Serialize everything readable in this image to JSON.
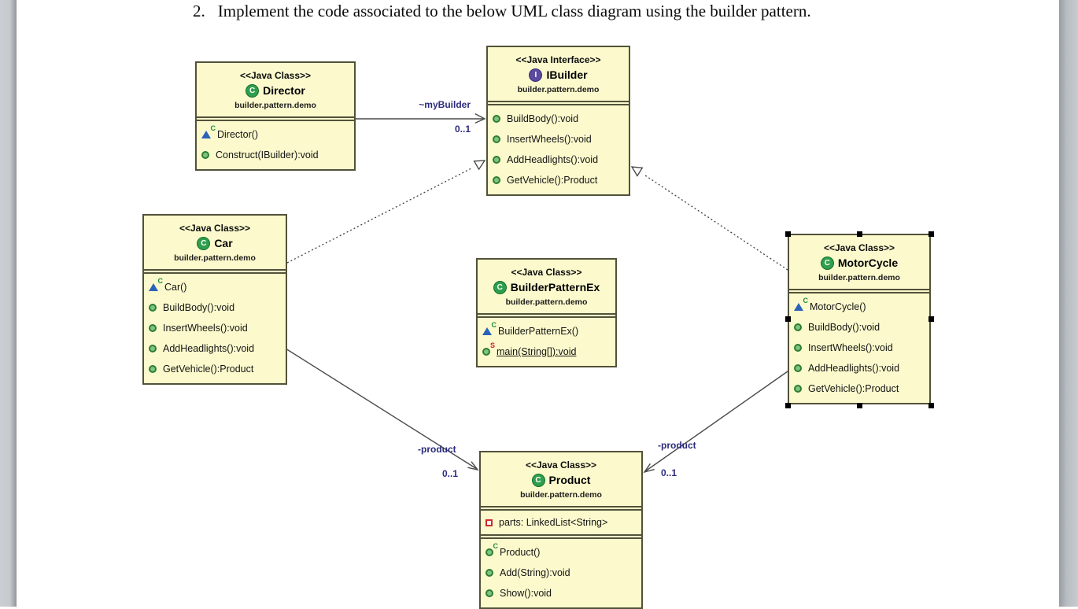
{
  "heading": {
    "number": "2.",
    "text": "Implement the code associated to the below UML class diagram using the builder pattern."
  },
  "diagram": {
    "colors": {
      "box_fill": "#fcfacd",
      "box_border": "#52523a",
      "edge_label": "#2b2b7e",
      "class_icon_green": "#2f9e4d",
      "interface_icon_purple": "#5b4aa0",
      "method_icon_green": "#7cc47f",
      "constructor_icon_blue": "#2a63b8",
      "private_field_red": "#cc2b2b"
    },
    "classes": [
      {
        "id": "director",
        "stereotype": "<<Java Class>>",
        "kind": "class",
        "icon": "class-icon",
        "icon_letter": "C",
        "name": "Director",
        "package": "builder.pattern.demo",
        "fields": [],
        "methods": [
          {
            "icon": "constructor-icon",
            "shape": "triangle",
            "sup": "C",
            "supColor": "green",
            "text": "Director()"
          },
          {
            "icon": "public-method-icon",
            "shape": "circle",
            "text": "Construct(IBuilder):void"
          }
        ]
      },
      {
        "id": "ibuilder",
        "stereotype": "<<Java Interface>>",
        "kind": "interface",
        "icon": "interface-icon",
        "icon_letter": "I",
        "name": "IBuilder",
        "package": "builder.pattern.demo",
        "fields": [],
        "methods": [
          {
            "icon": "public-method-icon",
            "shape": "circle",
            "text": "BuildBody():void"
          },
          {
            "icon": "public-method-icon",
            "shape": "circle",
            "text": "InsertWheels():void"
          },
          {
            "icon": "public-method-icon",
            "shape": "circle",
            "text": "AddHeadlights():void"
          },
          {
            "icon": "public-method-icon",
            "shape": "circle",
            "text": "GetVehicle():Product"
          }
        ]
      },
      {
        "id": "car",
        "stereotype": "<<Java Class>>",
        "kind": "class",
        "icon": "class-icon",
        "icon_letter": "C",
        "name": "Car",
        "package": "builder.pattern.demo",
        "fields": [],
        "methods": [
          {
            "icon": "constructor-icon",
            "shape": "triangle",
            "sup": "C",
            "supColor": "green",
            "text": "Car()"
          },
          {
            "icon": "public-method-icon",
            "shape": "circle",
            "text": "BuildBody():void"
          },
          {
            "icon": "public-method-icon",
            "shape": "circle",
            "text": "InsertWheels():void"
          },
          {
            "icon": "public-method-icon",
            "shape": "circle",
            "text": "AddHeadlights():void"
          },
          {
            "icon": "public-method-icon",
            "shape": "circle",
            "text": "GetVehicle():Product"
          }
        ]
      },
      {
        "id": "builderpatternex",
        "stereotype": "<<Java Class>>",
        "kind": "class",
        "icon": "class-icon",
        "icon_letter": "C",
        "name": "BuilderPatternEx",
        "package": "builder.pattern.demo",
        "fields": [],
        "methods": [
          {
            "icon": "constructor-icon",
            "shape": "triangle",
            "sup": "C",
            "supColor": "green",
            "text": "BuilderPatternEx()"
          },
          {
            "icon": "static-method-icon",
            "shape": "circle",
            "sup": "S",
            "supColor": "red",
            "text": "main(String[]):void",
            "underline": true
          }
        ]
      },
      {
        "id": "motorcycle",
        "stereotype": "<<Java Class>>",
        "kind": "class",
        "icon": "class-icon",
        "icon_letter": "C",
        "name": "MotorCycle",
        "package": "builder.pattern.demo",
        "selected": true,
        "fields": [],
        "methods": [
          {
            "icon": "constructor-icon",
            "shape": "triangle",
            "sup": "C",
            "supColor": "green",
            "text": "MotorCycle()"
          },
          {
            "icon": "public-method-icon",
            "shape": "circle",
            "text": "BuildBody():void"
          },
          {
            "icon": "public-method-icon",
            "shape": "circle",
            "text": "InsertWheels():void"
          },
          {
            "icon": "public-method-icon",
            "shape": "circle",
            "text": "AddHeadlights():void"
          },
          {
            "icon": "public-method-icon",
            "shape": "circle",
            "text": "GetVehicle():Product"
          }
        ]
      },
      {
        "id": "product",
        "stereotype": "<<Java Class>>",
        "kind": "class",
        "icon": "class-icon",
        "icon_letter": "C",
        "name": "Product",
        "package": "builder.pattern.demo",
        "fields": [
          {
            "icon": "private-field-icon",
            "shape": "square",
            "text": "parts: LinkedList<String>"
          }
        ],
        "methods": [
          {
            "icon": "public-constructor-icon",
            "shape": "circle",
            "sup": "C",
            "supColor": "green",
            "text": "Product()"
          },
          {
            "icon": "public-method-icon",
            "shape": "circle",
            "text": "Add(String):void"
          },
          {
            "icon": "public-method-icon",
            "shape": "circle",
            "text": "Show():void"
          }
        ]
      }
    ],
    "connections": {
      "director_ibuilder": {
        "type": "association",
        "label": "~myBuilder",
        "multiplicity": "0..1"
      },
      "car_ibuilder": {
        "type": "realization"
      },
      "motorcycle_ibuilder": {
        "type": "realization"
      },
      "car_product": {
        "type": "association",
        "label": "-product",
        "multiplicity": "0..1"
      },
      "motorcycle_product": {
        "type": "association",
        "label": "-product",
        "multiplicity": "0..1"
      }
    }
  }
}
